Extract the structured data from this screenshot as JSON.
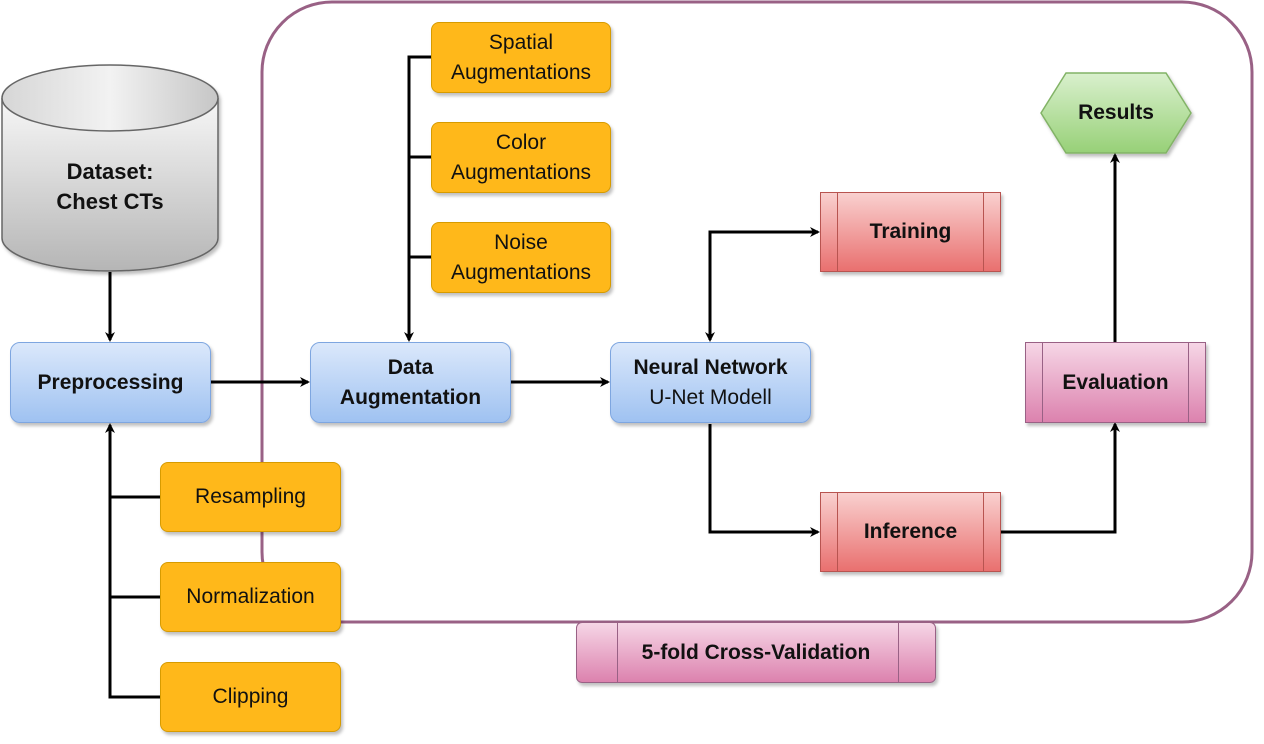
{
  "colors": {
    "frame": "#996185",
    "arrow": "#000000",
    "blue": "#9fc2f1",
    "orange": "#ffb81a",
    "red": "#e9706f",
    "pink": "#dc82ae",
    "green": "#97d077",
    "gray": "#bdbdbd"
  },
  "nodes": {
    "dataset": {
      "line1": "Dataset:",
      "line2": "Chest CTs"
    },
    "preprocessing": {
      "label": "Preprocessing"
    },
    "resampling": {
      "label": "Resampling"
    },
    "normalization": {
      "label": "Normalization"
    },
    "clipping": {
      "label": "Clipping"
    },
    "data_augmentation": {
      "line1": "Data",
      "line2": "Augmentation"
    },
    "spatial_aug": {
      "line1": "Spatial",
      "line2": "Augmentations"
    },
    "color_aug": {
      "line1": "Color",
      "line2": "Augmentations"
    },
    "noise_aug": {
      "line1": "Noise",
      "line2": "Augmentations"
    },
    "neural_network": {
      "line1": "Neural Network",
      "line2": "U-Net Modell"
    },
    "training": {
      "label": "Training"
    },
    "inference": {
      "label": "Inference"
    },
    "evaluation": {
      "label": "Evaluation"
    },
    "results": {
      "label": "Results"
    },
    "cross_validation": {
      "label": "5-fold Cross-Validation"
    }
  }
}
